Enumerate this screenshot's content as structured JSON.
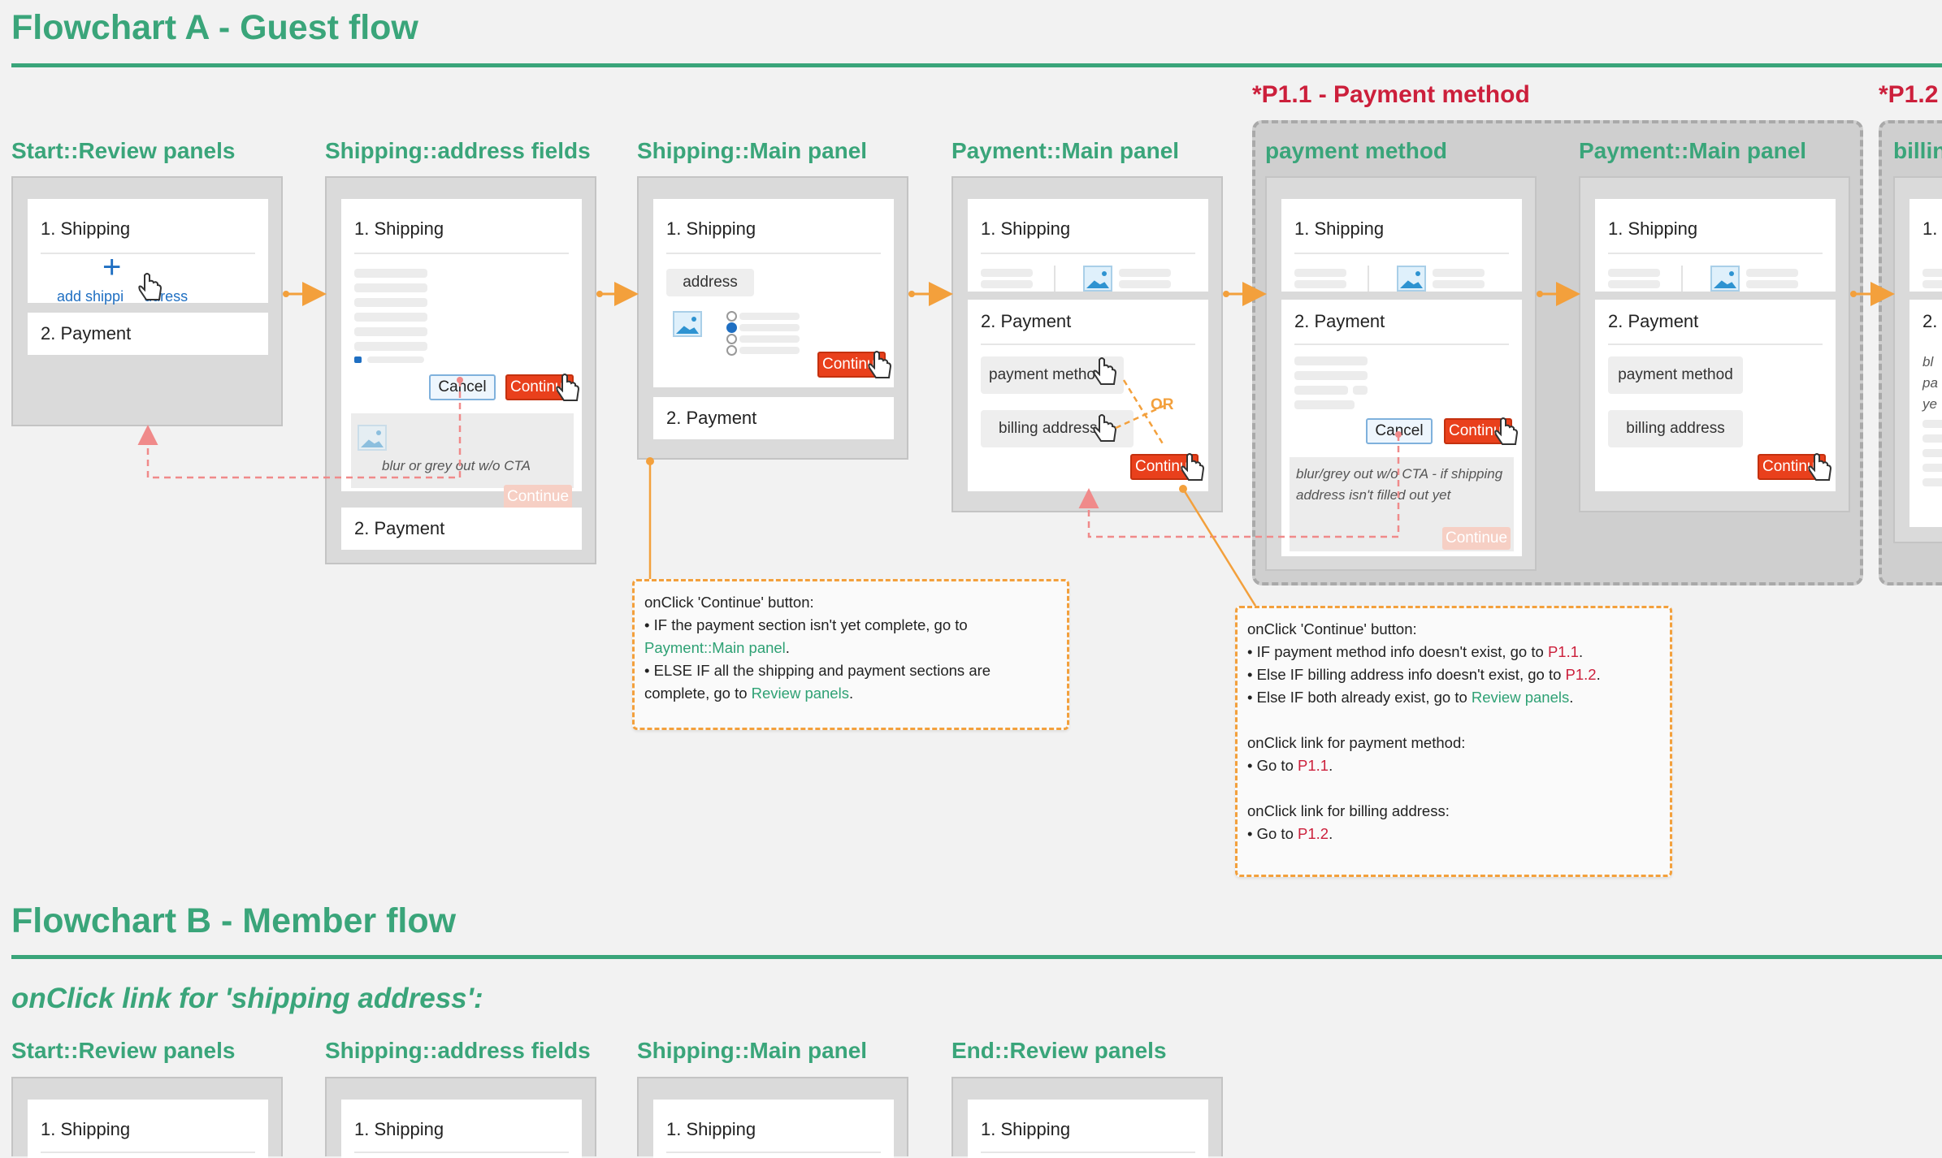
{
  "flowchart_a": {
    "title": "Flowchart A - Guest flow",
    "p11_title": "*P1.1 - Payment method",
    "p12_title": "*P1.2",
    "steps": {
      "start": "Start::Review panels",
      "ship_fields": "Shipping::address fields",
      "ship_main": "Shipping::Main panel",
      "pay_main": "Payment::Main panel",
      "pay_method": "payment method",
      "pay_main2": "Payment::Main panel",
      "billing": "billin"
    }
  },
  "labels": {
    "shipping": "1. Shipping",
    "payment": "2. Payment",
    "add_shipping": "add shippi     ddress",
    "cancel": "Cancel",
    "continue": "Continu",
    "continue_full": "Continue",
    "address": "address",
    "payment_method": "payment metho",
    "payment_method_full": "payment method",
    "billing_address": "billing address",
    "billing_address_short": "billing address",
    "or": "OR",
    "blur_note": "blur or grey out w/o CTA",
    "blur_note2_l1": "blur/grey out w/o CTA - if shipping",
    "blur_note2_l2": "address isn't filled out yet",
    "clip_c1": "bl",
    "clip_c2": "pa",
    "clip_c3": "ye",
    "clip_1": "1.",
    "clip_2": "2."
  },
  "annotation1": {
    "l1": "onClick 'Continue' button:",
    "l2": "• IF the payment section isn't yet complete, go to",
    "l3": "Payment::Main panel",
    "l3b": ".",
    "l4": "• ELSE IF all the shipping and payment sections are",
    "l5a": "complete, go to ",
    "l5b": "Review panels",
    "l5c": "."
  },
  "annotation2": {
    "l1": "onClick 'Continue' button:",
    "l2a": "• IF payment method info doesn't exist, go to ",
    "l2b": "P1.1",
    "l2c": ".",
    "l3a": "• Else IF billing address info doesn't exist, go to ",
    "l3b": "P1.2",
    "l3c": ".",
    "l4a": "• Else IF both already exist, go to ",
    "l4b": "Review panels",
    "l4c": ".",
    "l5": "onClick link for payment method:",
    "l6a": "• Go to ",
    "l6b": "P1.1",
    "l6c": ".",
    "l7": "onClick link for billing address:",
    "l8a": "• Go to ",
    "l8b": "P1.2",
    "l8c": "."
  },
  "flowchart_b": {
    "title": "Flowchart B - Member flow",
    "subtitle": "onClick link for 'shipping address':",
    "steps": {
      "start": "Start::Review panels",
      "ship_fields": "Shipping::address fields",
      "ship_main": "Shipping::Main panel",
      "end": "End::Review panels"
    }
  },
  "colors": {
    "green": "#3aa57a",
    "crimson": "#cc1f3b",
    "orange_arrow": "#f3a03c",
    "cta": "#e9401c",
    "pink_dashed": "#f08a8a"
  },
  "icons": [
    "plus-icon",
    "hand-cursor-icon",
    "image-icon",
    "radio-icon"
  ]
}
